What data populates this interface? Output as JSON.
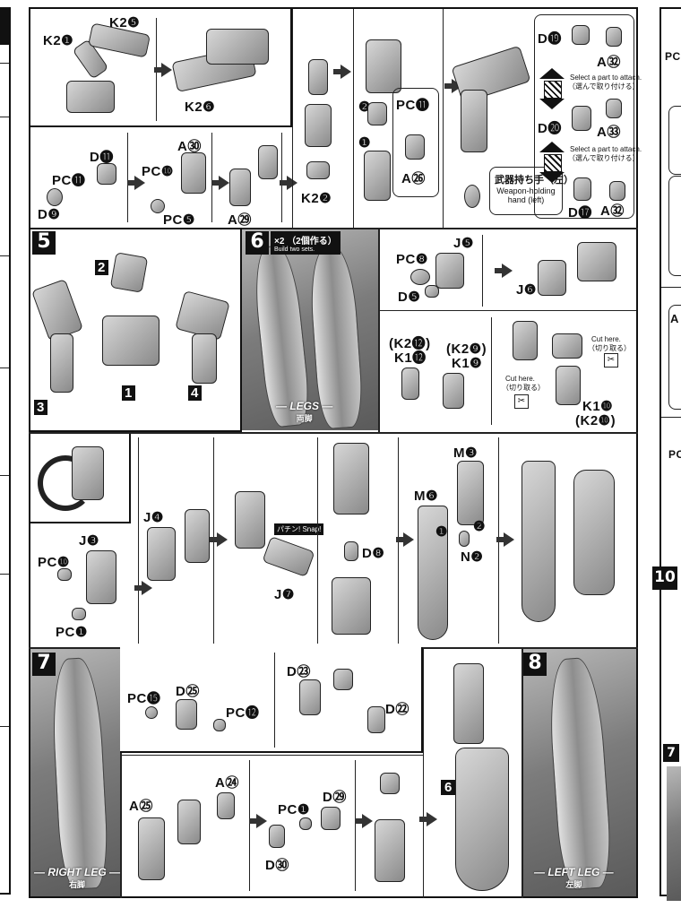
{
  "step4": {
    "sub1": {
      "labels": [
        "K2❶",
        "K2❺",
        "K2❻"
      ]
    },
    "sub2": {
      "labels": [
        "PC⓫",
        "D⓫",
        "D❾",
        "PC❿",
        "A㉚",
        "PC❺",
        "A㉙",
        "K2❷"
      ]
    },
    "sub3": {
      "labels": [
        "❷",
        "❶",
        "PC⓫",
        "A㉖"
      ]
    },
    "sub4": {
      "labels": [
        "D⓳",
        "A㉜",
        "D⓴",
        "A㉝",
        "D⓱",
        "A㉜"
      ],
      "select_note": "Select a part to attach.",
      "select_note_jp": "（選んで取り付ける）",
      "hand_label_jp": "武器持ち手（左）",
      "hand_label_en": "Weapon-holding hand (left)"
    }
  },
  "step5": {
    "number": "5",
    "callouts": [
      "2",
      "1",
      "3",
      "4"
    ]
  },
  "step6": {
    "number": "6",
    "badge": "×2",
    "badge_jp": "（2個作る）",
    "badge_en": "Build two sets.",
    "photo_caption": "— LEGS —",
    "photo_caption_jp": "両脚",
    "sub1": {
      "labels": [
        "PC❽",
        "J❺",
        "D❺",
        "J❻"
      ]
    },
    "sub2": {
      "labels": [
        "(K2⓬)",
        "K1⓬",
        "(K2❾)",
        "K1❾",
        "K1❿",
        "(K2❿)"
      ],
      "cut_here": "Cut here.",
      "cut_here_jp": "（切り取る）"
    },
    "sub3": {
      "labels": [
        "PC❿",
        "J❸",
        "PC❶",
        "J❹",
        "J❼",
        "D❽",
        "M❸",
        "M❻",
        "N❷",
        "❶",
        "❷"
      ],
      "snap": "パチン! Snap!"
    }
  },
  "step7": {
    "number": "7",
    "photo_caption": "— RIGHT LEG —",
    "photo_caption_jp": "右脚",
    "sub1": {
      "labels": [
        "PC⓯",
        "D㉕",
        "PC⓬",
        "D㉓",
        "D㉒"
      ]
    },
    "sub2": {
      "labels": [
        "A㉕",
        "A㉔",
        "PC❶",
        "D㉙",
        "D㉚"
      ]
    },
    "callout": "6"
  },
  "step8": {
    "number": "8",
    "photo_caption": "— LEFT LEG —",
    "photo_caption_jp": "左脚"
  },
  "right_edge": {
    "labels": [
      "PC",
      "A",
      "PC",
      "10",
      "7"
    ]
  }
}
